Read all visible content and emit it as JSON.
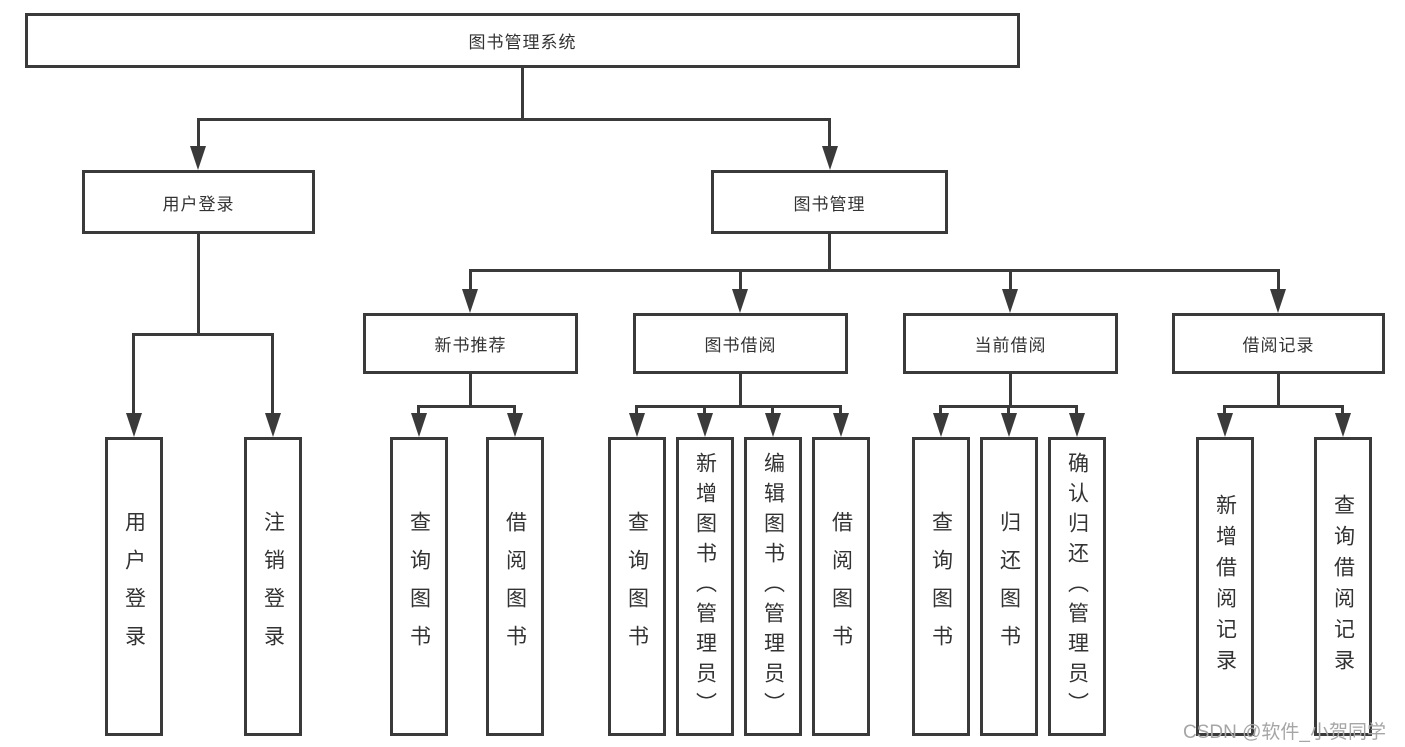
{
  "palette": {
    "line_color": "#3a3a3a",
    "text_color": "#333333",
    "watermark_color": "#a6a6a6",
    "background": "#ffffff"
  },
  "tree": {
    "root": "图书管理系统",
    "branches": [
      {
        "label": "用户登录",
        "children": [
          "用户登录",
          "注销登录"
        ]
      },
      {
        "label": "图书管理",
        "groups": [
          {
            "label": "新书推荐",
            "children": [
              "查询图书",
              "借阅图书"
            ]
          },
          {
            "label": "图书借阅",
            "children": [
              "查询图书",
              "新增图书（管理员）",
              "编辑图书（管理员）",
              "借阅图书"
            ]
          },
          {
            "label": "当前借阅",
            "children": [
              "查询图书",
              "归还图书",
              "确认归还（管理员）"
            ]
          },
          {
            "label": "借阅记录",
            "children": [
              "新增借阅记录",
              "查询借阅记录"
            ]
          }
        ]
      }
    ]
  },
  "watermark": {
    "text": "CSDN @软件_小贺同学"
  }
}
